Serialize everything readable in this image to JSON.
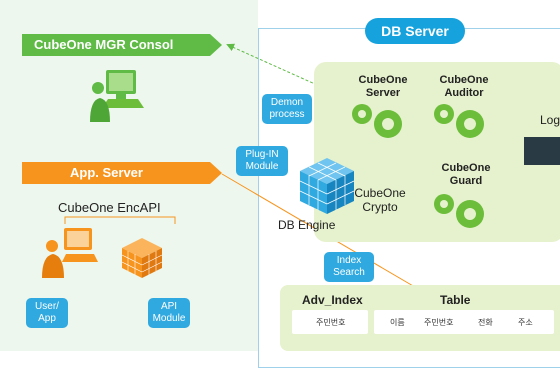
{
  "title": "DB Server",
  "mgr_label": "CubeOne MGR Consol",
  "app_label": "App. Server",
  "encapi_label": "CubeOne EncAPI",
  "user_app_bubble": "User/\nApp",
  "api_module_bubble": "API\nModule",
  "demon_bubble": "Demon\nprocess",
  "plugin_bubble": "Plug-IN\nModule",
  "index_search_bubble": "Index\nSearch",
  "server_gear": "CubeOne\nServer",
  "auditor_gear": "CubeOne\nAuditor",
  "guard_gear": "CubeOne\nGuard",
  "crypto_label": "CubeOne\nCrypto",
  "db_engine_label": "DB Engine",
  "log_label": "Log",
  "adv_index": {
    "title": "Adv_Index",
    "columns": [
      "주민번호"
    ]
  },
  "table": {
    "title": "Table",
    "columns": [
      "이름",
      "주민번호",
      "전화",
      "주소"
    ]
  },
  "colors": {
    "green": "#5fbb46",
    "orange": "#f7941d",
    "blue": "#16a2dc",
    "light_green": "#e6f2cd",
    "gear_green": "#6cbd3a"
  }
}
